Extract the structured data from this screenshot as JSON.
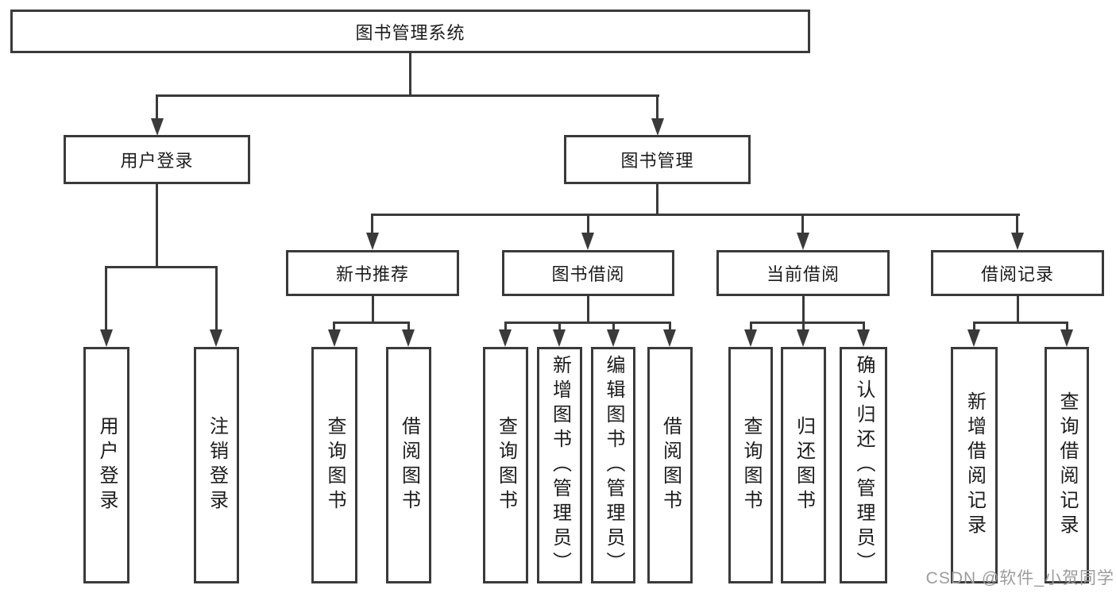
{
  "diagram": {
    "colors": {
      "line": "#3a3a3a",
      "text": "#1c1c1c",
      "background": "#ffffff",
      "watermark": "#9c9c9c"
    },
    "nodes": {
      "root": {
        "label": "图书管理系统"
      },
      "user_login": {
        "label": "用户登录"
      },
      "book_management": {
        "label": "图书管理"
      },
      "new_book_recommend": {
        "label": "新书推荐"
      },
      "book_borrowing": {
        "label": "图书借阅"
      },
      "current_borrowing": {
        "label": "当前借阅"
      },
      "borrow_records": {
        "label": "借阅记录"
      }
    },
    "leaves": [
      {
        "label": "用户登录"
      },
      {
        "label": "注销登录"
      },
      {
        "label": "查询图书"
      },
      {
        "label": "借阅图书"
      },
      {
        "label": "查询图书"
      },
      {
        "label": "新增图书（管理员）"
      },
      {
        "label": "编辑图书（管理员）"
      },
      {
        "label": "借阅图书"
      },
      {
        "label": "查询图书"
      },
      {
        "label": "归还图书"
      },
      {
        "label": "确认归还（管理员）"
      },
      {
        "label": "新增借阅记录"
      },
      {
        "label": "查询借阅记录"
      }
    ],
    "watermark": "CSDN @软件_小贺同学"
  }
}
